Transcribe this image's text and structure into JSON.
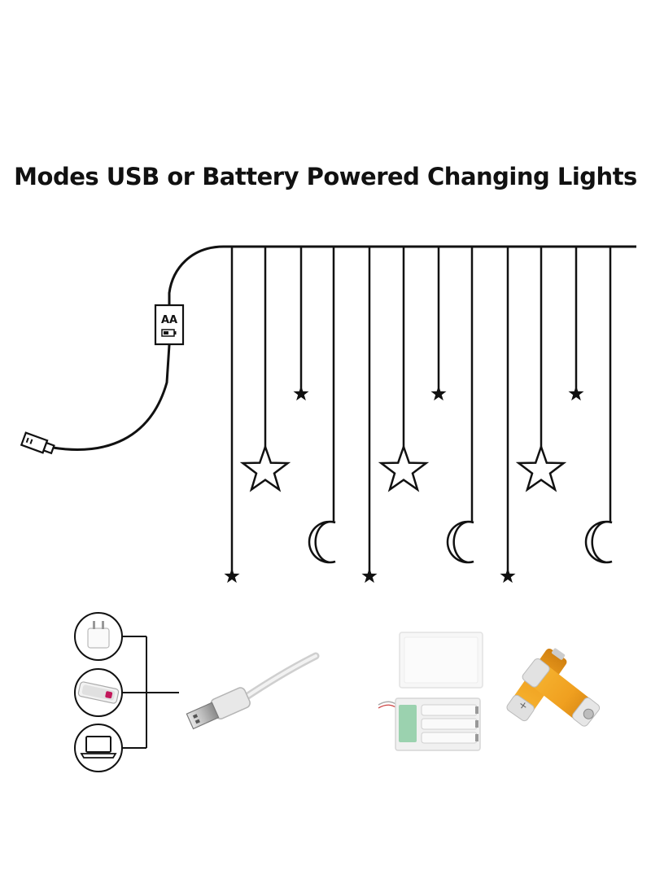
{
  "title": "Modes USB or Battery Powered Changing Lights",
  "battery_box": {
    "label": "AA",
    "icon": "battery-icon"
  },
  "strand": {
    "charm_types": [
      "star",
      "hollow-star",
      "moon"
    ]
  },
  "power_sources": {
    "adapters": [
      "wall-adapter-icon",
      "power-bank-icon",
      "laptop-icon"
    ],
    "cable": "usb-cable-icon",
    "battery_case": "battery-case-icon",
    "batteries": "aa-batteries-icon"
  },
  "colors": {
    "ink": "#111111",
    "battery": "#f0a020"
  }
}
